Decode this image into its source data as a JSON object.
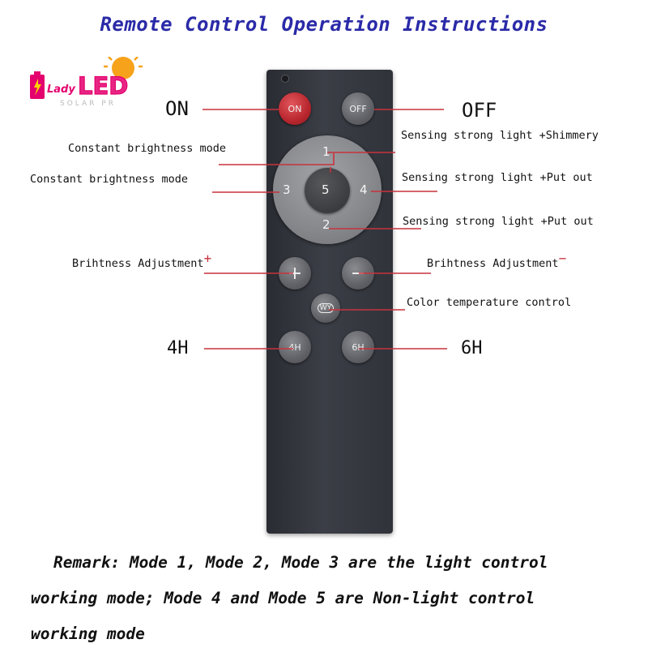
{
  "title": "Remote Control Operation Instructions",
  "logo": {
    "word1": "Lady",
    "word2": "LED",
    "tagline": "SOLAR PR"
  },
  "buttons": {
    "on": "ON",
    "off": "OFF",
    "dpad_up": "1",
    "dpad_down": "2",
    "dpad_left": "3",
    "dpad_right": "4",
    "dpad_center": "5",
    "plus": "+",
    "minus": "−",
    "color_temp": "WY",
    "h4": "4H",
    "h6": "6H"
  },
  "labels": {
    "on": "ON",
    "off": "OFF",
    "mode1": "Constant brightness mode",
    "mode3": "Constant brightness mode",
    "mode1_right": "Sensing strong light +Shimmery",
    "mode4": "Sensing strong light +Put out",
    "mode2": "Sensing strong light +Put out",
    "bright_plus": "Brihtness Adjustment",
    "bright_plus_sign": "+",
    "bright_minus": "Brihtness Adjustment",
    "bright_minus_sign": "−",
    "color_temp": "Color temperature control",
    "h4": "4H",
    "h6": "6H"
  },
  "remark": {
    "line1": "Remark: Mode 1, Mode 2, Mode 3 are the light control",
    "line2": "working mode; Mode 4 and Mode 5 are Non-light  control",
    "line3": "working mode"
  },
  "colors": {
    "title": "#2a2aa8",
    "pointer": "#c8323c",
    "remote": "#33363d",
    "on_button": "#b8262e"
  }
}
